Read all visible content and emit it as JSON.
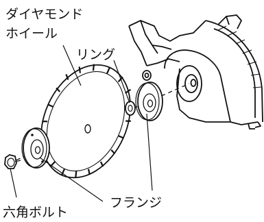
{
  "labels": {
    "diamond_wheel_line1": "ダイヤモンド",
    "diamond_wheel_line2": "ホイール",
    "ring": "リング",
    "flange": "フランジ",
    "hex_bolt": "六角ボルト"
  },
  "colors": {
    "ink": "#111111",
    "background": "#ffffff"
  },
  "icons": [
    "diamond-wheel",
    "ring-washer",
    "inner-flange",
    "outer-flange",
    "hex-bolt",
    "saw-body"
  ]
}
